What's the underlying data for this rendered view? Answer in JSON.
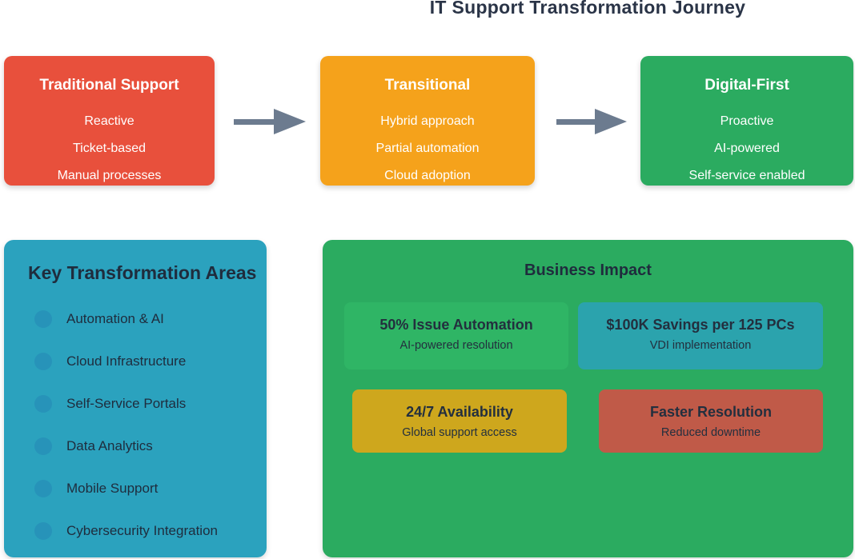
{
  "title": "IT Support Transformation Journey",
  "arrow_color": "#6C7B8F",
  "stages": [
    {
      "title": "Traditional Support",
      "color": "#E8503C",
      "items": [
        "Reactive",
        "Ticket-based",
        "Manual processes"
      ]
    },
    {
      "title": "Transitional",
      "color": "#F5A21B",
      "items": [
        "Hybrid approach",
        "Partial automation",
        "Cloud adoption"
      ]
    },
    {
      "title": "Digital-First",
      "color": "#2BAB60",
      "items": [
        "Proactive",
        "AI-powered",
        "Self-service enabled"
      ]
    }
  ],
  "key_areas": {
    "title": "Key Transformation Areas",
    "color": "#2BA2BE",
    "bullet_color": "#2793B9",
    "items": [
      "Automation & AI",
      "Cloud Infrastructure",
      "Self-Service Portals",
      "Data Analytics",
      "Mobile Support",
      "Cybersecurity Integration"
    ]
  },
  "business_impact": {
    "title": "Business Impact",
    "color": "#2BAB60",
    "cards": [
      {
        "title": "50% Issue Automation",
        "subtitle": "AI-powered resolution",
        "color": "#2FB565"
      },
      {
        "title": "$100K Savings per 125 PCs",
        "subtitle": "VDI implementation",
        "color": "#2BA3AD"
      },
      {
        "title": "24/7 Availability",
        "subtitle": "Global support access",
        "color": "#CEA71D"
      },
      {
        "title": "Faster Resolution",
        "subtitle": "Reduced downtime",
        "color": "#C05A48"
      }
    ]
  }
}
